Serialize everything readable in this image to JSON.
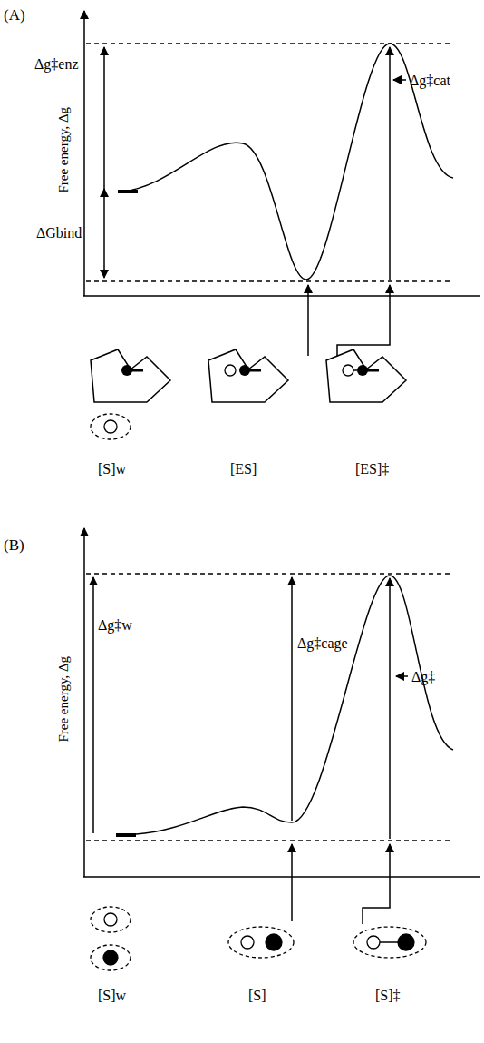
{
  "diagram": {
    "labels": [
      "(A)",
      "Free energy, Δg",
      "Δg‡enz",
      "ΔGbind",
      "Δg‡cat",
      "[S]w",
      "[ES]",
      "[ES]‡",
      "(B)",
      "Free energy, Δg",
      "Δg‡w",
      "Δg‡cage",
      "Δg‡",
      "[S]w",
      "[S]",
      "[S]‡"
    ]
  }
}
